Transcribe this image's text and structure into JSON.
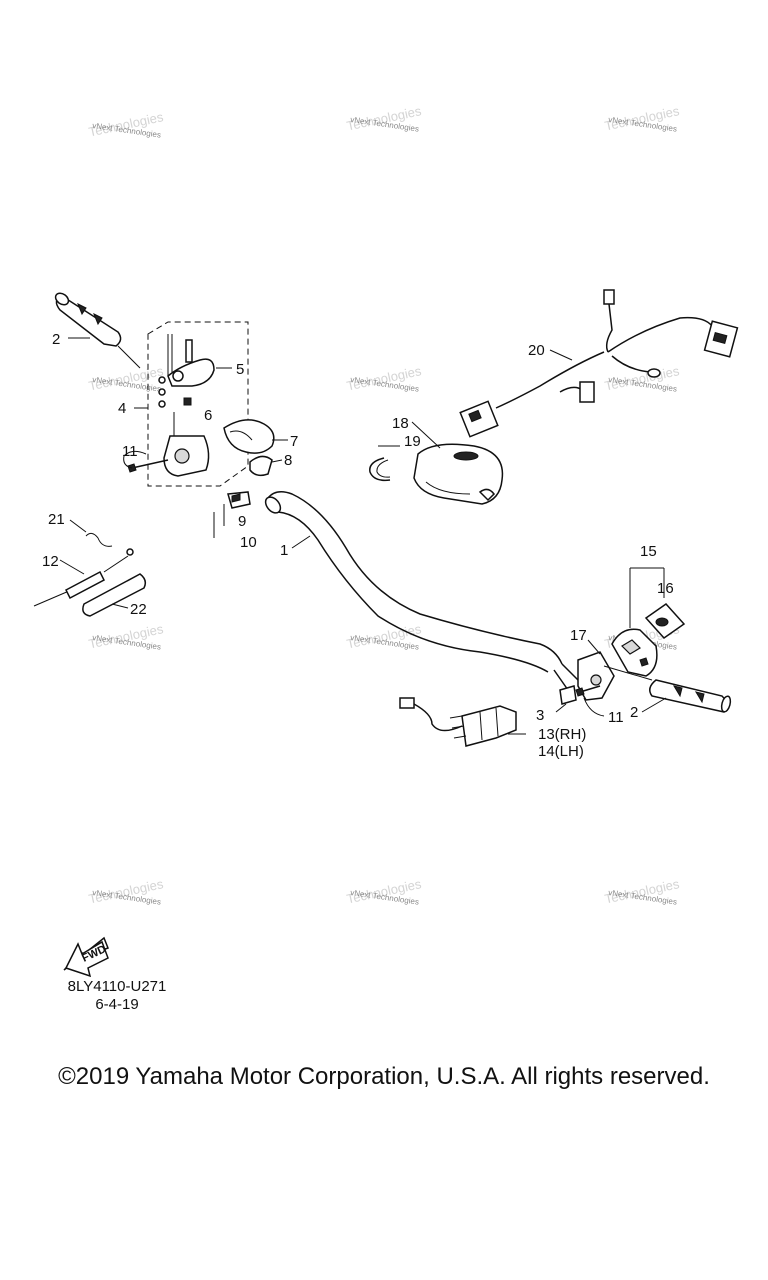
{
  "watermark": {
    "line1": "vNext Technologies",
    "line2": "Technologies"
  },
  "callouts": {
    "c1": "1",
    "c2a": "2",
    "c2b": "2",
    "c3": "3",
    "c4": "4",
    "c5": "5",
    "c6": "6",
    "c7": "7",
    "c8": "8",
    "c9": "9",
    "c10": "10",
    "c11a": "11",
    "c11b": "11",
    "c12": "12",
    "c13": "13(RH)",
    "c14": "14(LH)",
    "c15": "15",
    "c16": "16",
    "c17": "17",
    "c18": "18",
    "c19": "19",
    "c20": "20",
    "c21": "21",
    "c22": "22"
  },
  "fwd_label": "FWD",
  "diagram_code": "8LY4110-U271",
  "diagram_date": "6-4-19",
  "copyright": "©2019 Yamaha Motor Corporation, U.S.A. All rights reserved."
}
